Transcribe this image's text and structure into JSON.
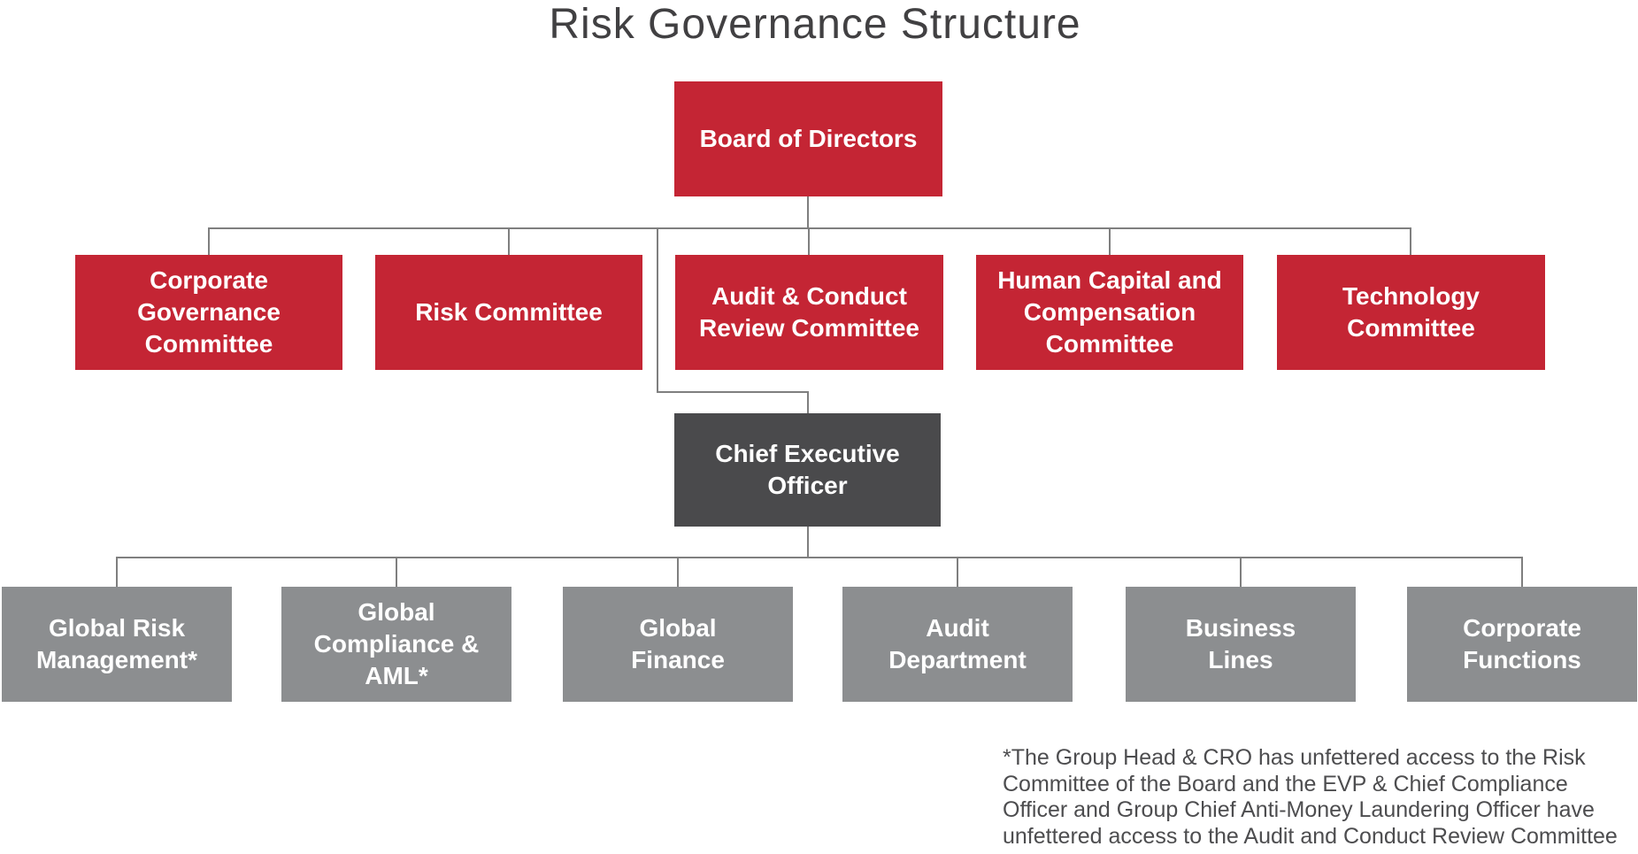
{
  "title": "Risk Governance Structure",
  "colors": {
    "committee_red": "#c42534",
    "executive_dark": "#4a4a4c",
    "function_gray": "#8c8e90",
    "connector_gray": "#7f7f7f",
    "title_text": "#414042",
    "box_text": "#ffffff",
    "footnote_text": "#4d4d4f"
  },
  "org_chart": {
    "board": {
      "label": "Board of Directors"
    },
    "board_committees": [
      {
        "label": "Corporate\nGovernance\nCommittee"
      },
      {
        "label": "Risk Committee"
      },
      {
        "label": "Audit & Conduct\nReview Committee"
      },
      {
        "label": "Human Capital and\nCompensation\nCommittee"
      },
      {
        "label": "Technology\nCommittee"
      }
    ],
    "ceo": {
      "label": "Chief Executive\nOfficer"
    },
    "reporting_functions": [
      {
        "label": "Global Risk\nManagement*"
      },
      {
        "label": "Global\nCompliance &\nAML*"
      },
      {
        "label": "Global\nFinance"
      },
      {
        "label": "Audit\nDepartment"
      },
      {
        "label": "Business\nLines"
      },
      {
        "label": "Corporate\nFunctions"
      }
    ]
  },
  "footnote": "*The Group Head & CRO has unfettered access to the Risk\nCommittee of the Board and the EVP & Chief Compliance\nOfficer and Group Chief Anti-Money Laundering Officer have\nunfettered access to the Audit and Conduct Review Committee"
}
